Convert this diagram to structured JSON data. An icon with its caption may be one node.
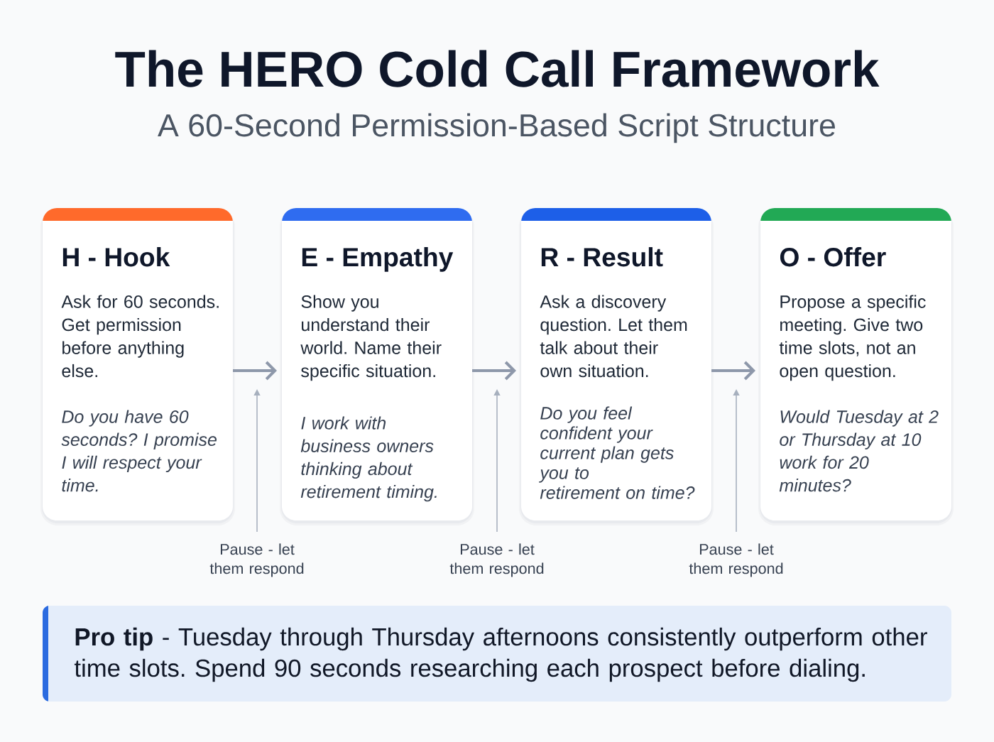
{
  "diagram": {
    "title": "The HERO Cold Call Framework",
    "nodes": [
      {
        "text": [
          "H - Hook",
          "Ask for 60 seconds. Get permission before anything else.",
          "Do you have 60 seconds? I promise I will respect your time."
        ]
      },
      {
        "text": [
          "E - Empathy",
          "Show you understand their world. Name their specific situation.",
          "I work with business owners thinking about retirement timing."
        ]
      },
      {
        "text": [
          "R - Result",
          "Ask a discovery question. Let them talk about their own situation.",
          "Do you feel confident your current plan gets you to retirement on time?"
        ]
      },
      {
        "text": [
          "O - Offer",
          "Propose a specific meeting. Give two time slots, not an open question.",
          "Would Tuesday at 2 or Thursday at 10 work for 20 minutes?"
        ]
      },
      {
        "text": [
          "Pause - let them respond"
        ]
      },
      {
        "text": [
          "Pause - let them respond"
        ]
      },
      {
        "text": [
          "Pause - let them respond"
        ]
      },
      {
        "text": [
          "**Pro tip** - Tuesday through Thursday afternoons consistently outperform other time slots. Spend 90 seconds researching each prospect before dialing."
        ]
      }
    ],
    "edges": [
      {
        "from": 0,
        "to": 1,
        "arrow": "to",
        "style": "thick"
      },
      {
        "from": 1,
        "to": 2,
        "arrow": "to",
        "style": "thick"
      },
      {
        "from": 2,
        "to": 3,
        "arrow": "to",
        "style": "thick"
      },
      {
        "from": 4,
        "to": null,
        "arrow": "to"
      },
      {
        "from": 5,
        "to": null,
        "arrow": "to"
      },
      {
        "from": 6,
        "to": null,
        "arrow": "to"
      }
    ],
    "labels": [
      "A 60-Second Permission-Based Script Structure"
    ]
  }
}
